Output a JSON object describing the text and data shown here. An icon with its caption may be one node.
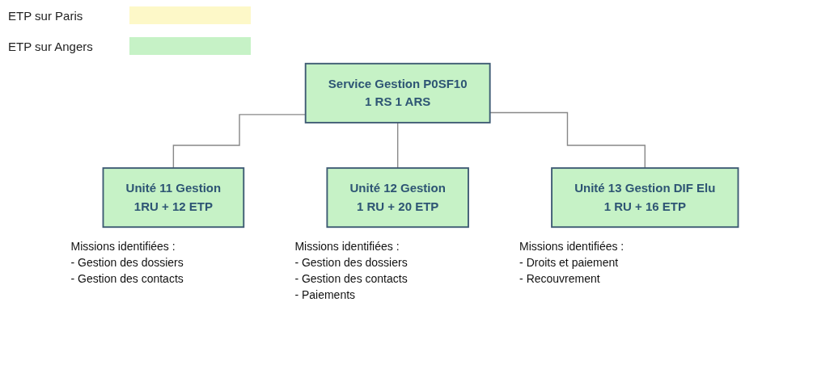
{
  "diagram": {
    "nodes": [
      {
        "text": [
          "Service Gestion P0SF10",
          "1 RS 1 ARS"
        ]
      },
      {
        "text": [
          "Unité 11 Gestion",
          "1RU + 12 ETP"
        ],
        "beside": [
          "Missions identifiées :",
          "- Gestion des dossiers",
          "- Gestion des contacts"
        ]
      },
      {
        "text": [
          "Unité 12 Gestion",
          "1 RU + 20 ETP"
        ],
        "beside": [
          "Missions identifiées :",
          "- Gestion des dossiers",
          "- Gestion des contacts",
          "- Paiements"
        ]
      },
      {
        "text": [
          "Unité 13 Gestion DIF Elu",
          "1 RU + 16 ETP"
        ],
        "beside": [
          "Missions identifiées :",
          "- Droits et paiement",
          "- Recouvrement"
        ]
      }
    ],
    "edges": [
      {
        "from": 0,
        "to": 1,
        "arrow": "none"
      },
      {
        "from": 0,
        "to": 2,
        "arrow": "none"
      },
      {
        "from": 0,
        "to": 3,
        "arrow": "none"
      }
    ],
    "legend": [
      {
        "text": "ETP sur Paris",
        "color": "#fdf8c8"
      },
      {
        "text": "ETP sur Angers",
        "color": "#c6f2c6"
      }
    ]
  }
}
